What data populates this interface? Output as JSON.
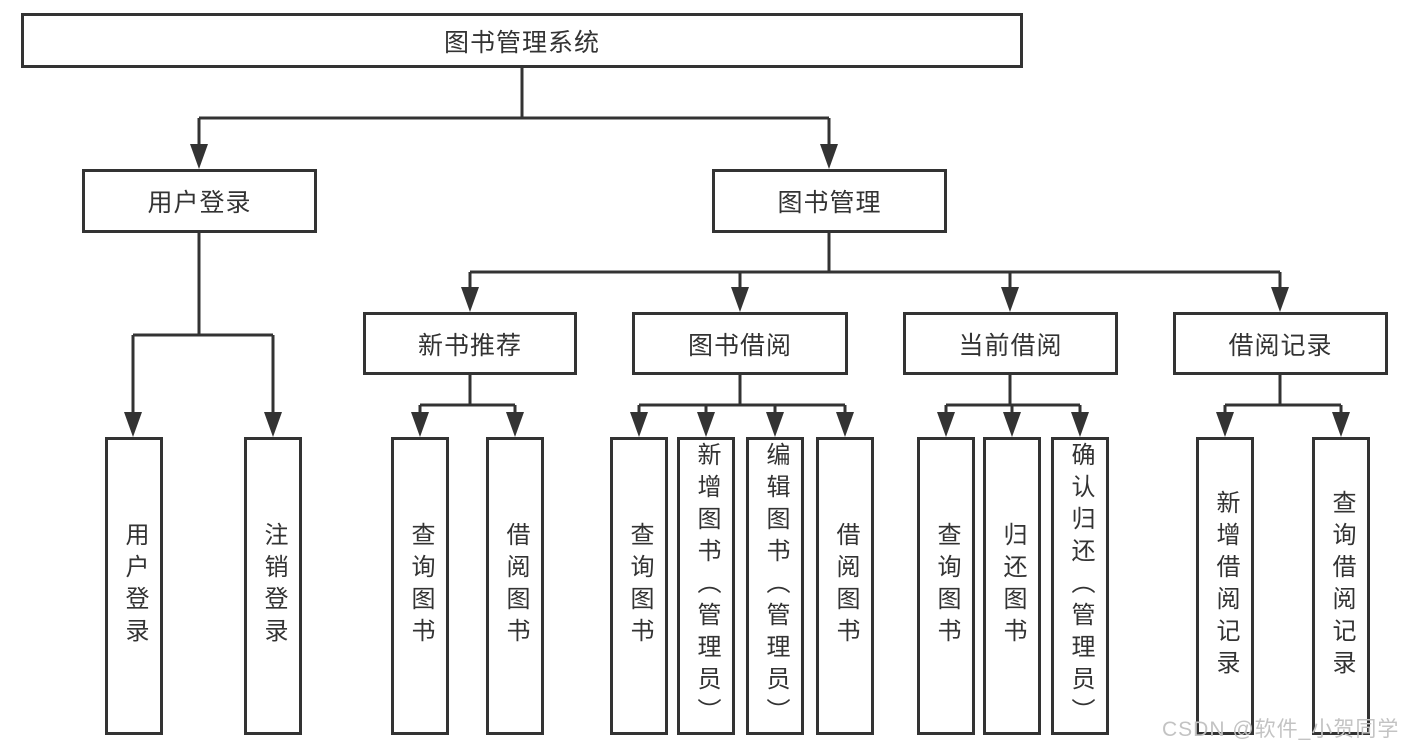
{
  "tree": {
    "root": {
      "label": "图书管理系统"
    },
    "branches": [
      {
        "label": "用户登录",
        "children": [
          {
            "label": "用户登录"
          },
          {
            "label": "注销登录"
          }
        ]
      },
      {
        "label": "图书管理",
        "children": [
          {
            "label": "新书推荐",
            "children": [
              {
                "label": "查询图书"
              },
              {
                "label": "借阅图书"
              }
            ]
          },
          {
            "label": "图书借阅",
            "children": [
              {
                "label": "查询图书"
              },
              {
                "label": "新增图书（管理员）"
              },
              {
                "label": "编辑图书（管理员）"
              },
              {
                "label": "借阅图书"
              }
            ]
          },
          {
            "label": "当前借阅",
            "children": [
              {
                "label": "查询图书"
              },
              {
                "label": "归还图书"
              },
              {
                "label": "确认归还（管理员）"
              }
            ]
          },
          {
            "label": "借阅记录",
            "children": [
              {
                "label": "新增借阅记录"
              },
              {
                "label": "查询借阅记录"
              }
            ]
          }
        ]
      }
    ]
  },
  "watermark": "CSDN @软件_小贺同学",
  "colors": {
    "line": "#333333",
    "text": "#333333",
    "box_background": "#ffffff",
    "watermark": "#c3c3c3"
  }
}
